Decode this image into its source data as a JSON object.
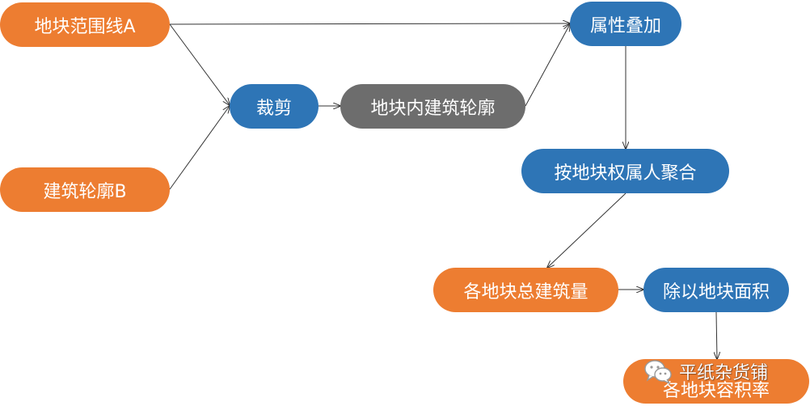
{
  "colors": {
    "input_node": "#ED7D31",
    "process_node": "#2E75B6",
    "intermediate_node": "#6D6D6D",
    "connector": "#333333"
  },
  "nodes": {
    "plot_boundary": "地块范围线A",
    "building_outline": "建筑轮廓B",
    "clip": "裁剪",
    "buildings_in_plot": "地块内建筑轮廓",
    "overlay": "属性叠加",
    "aggregate_by_owner": "按地块权属人聚合",
    "total_floor_area": "各地块总建筑量",
    "divide_by_plot_area": "除以地块面积",
    "floor_area_ratio": "各地块容积率"
  },
  "edges": [
    {
      "from": "plot_boundary",
      "to": "clip"
    },
    {
      "from": "building_outline",
      "to": "clip"
    },
    {
      "from": "clip",
      "to": "buildings_in_plot"
    },
    {
      "from": "plot_boundary",
      "to": "overlay"
    },
    {
      "from": "buildings_in_plot",
      "to": "overlay"
    },
    {
      "from": "overlay",
      "to": "aggregate_by_owner"
    },
    {
      "from": "aggregate_by_owner",
      "to": "total_floor_area"
    },
    {
      "from": "total_floor_area",
      "to": "divide_by_plot_area"
    },
    {
      "from": "divide_by_plot_area",
      "to": "floor_area_ratio"
    }
  ],
  "watermark": {
    "text": "平纸杂货铺",
    "icon": "wechat-icon"
  }
}
